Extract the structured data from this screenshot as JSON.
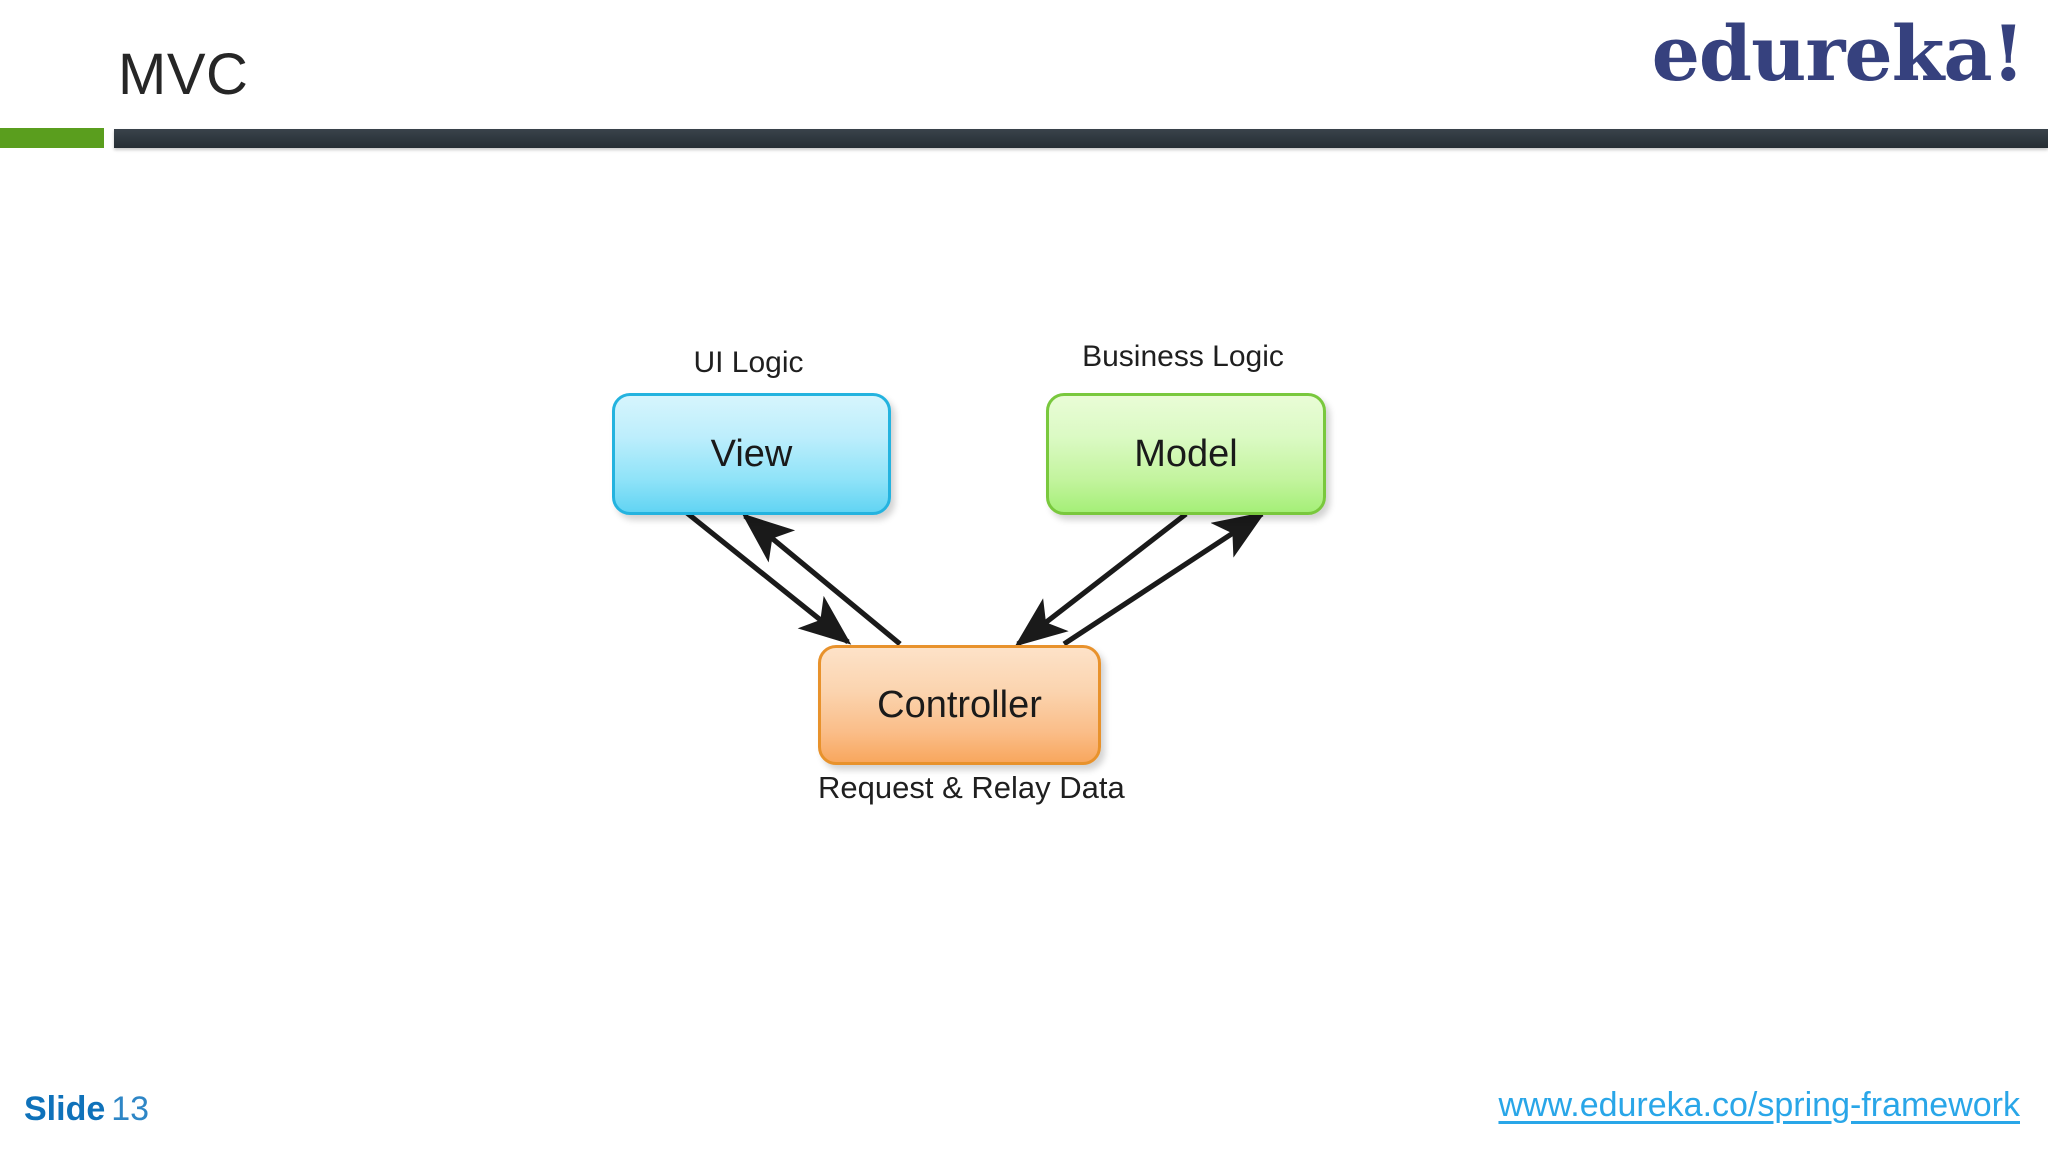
{
  "slide": {
    "title": "MVC",
    "brand_logo": "edureka!",
    "accent_green": "#5a9e1e",
    "accent_dark": "#2e373e"
  },
  "diagram": {
    "type": "flow-diagram",
    "nodes": [
      {
        "id": "view",
        "label": "View",
        "caption": "UI Logic",
        "fill_top": "#d6f5fd",
        "fill_bottom": "#62d4f3",
        "border": "#24b3df"
      },
      {
        "id": "model",
        "label": "Model",
        "caption": "Business Logic",
        "fill_top": "#e9fcd6",
        "fill_bottom": "#a5ef78",
        "border": "#79c83d"
      },
      {
        "id": "controller",
        "label": "Controller",
        "caption": "Request & Relay Data",
        "fill_top": "#fde2c8",
        "fill_bottom": "#f8a75e",
        "border": "#e8922c"
      }
    ],
    "edges": [
      {
        "from": "view",
        "to": "controller"
      },
      {
        "from": "controller",
        "to": "view"
      },
      {
        "from": "model",
        "to": "controller"
      },
      {
        "from": "controller",
        "to": "model"
      }
    ],
    "arrow_color": "#1a1a1a"
  },
  "footer": {
    "slide_word": "Slide",
    "slide_number": "13",
    "url": "www.edureka.co/spring-framework",
    "url_color": "#29a6e8",
    "slide_color": "#0f72ba"
  }
}
